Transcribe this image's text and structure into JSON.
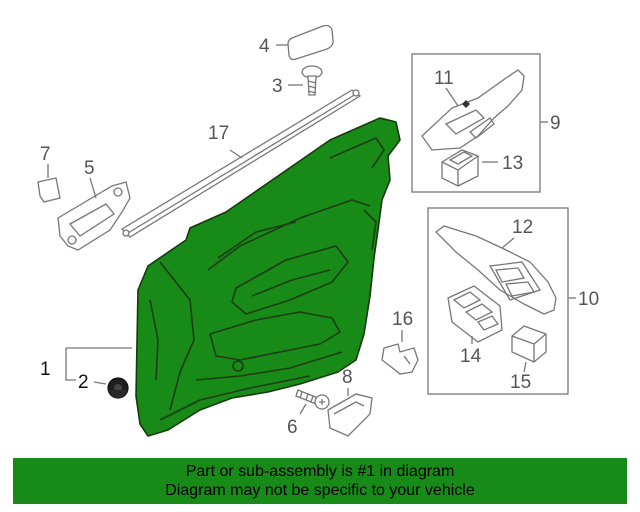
{
  "callouts": {
    "c1": "1",
    "c2": "2",
    "c3": "3",
    "c4": "4",
    "c5": "5",
    "c6": "6",
    "c7": "7",
    "c8": "8",
    "c9": "9",
    "c10": "10",
    "c11": "11",
    "c12": "12",
    "c13": "13",
    "c14": "14",
    "c15": "15",
    "c16": "16",
    "c17": "17"
  },
  "banner": {
    "line1": "Part or sub-assembly is #1 in diagram",
    "line2": "Diagram may not be specific to your vehicle"
  },
  "colors": {
    "highlight_part": "#188a18",
    "banner_bg": "#188a18",
    "line_art": "#777777"
  }
}
